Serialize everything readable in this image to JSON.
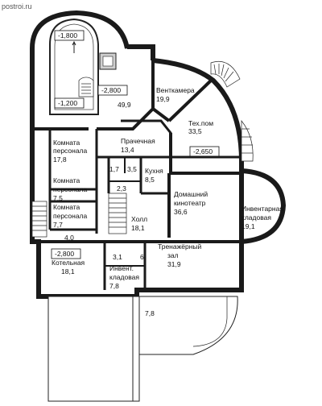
{
  "watermark": "postroi.ru",
  "level_marks": {
    "pool_top": "-1,800",
    "pool_bottom": "-1,200",
    "main": "-2,800",
    "tech": "-2,650",
    "lower": "-2,800"
  },
  "rooms": {
    "pool_hall_area": "49,9",
    "vent": {
      "name": "Венткамера",
      "area": "19,9"
    },
    "tech": {
      "name": "Тех.пом",
      "area": "33,5"
    },
    "staff1": {
      "line1": "Комната",
      "line2": "персонала",
      "area": "17,8"
    },
    "laundry": {
      "name": "Прачечная",
      "area": "13,4"
    },
    "small_a": "1,7",
    "small_b": "3,5",
    "kitchen": {
      "name": "Кухня",
      "area": "8,5"
    },
    "small_c": "2,3",
    "staff2": {
      "line1": "Комната",
      "line2": "персонала",
      "area": "7,5"
    },
    "staff3": {
      "line1": "Комната",
      "line2": "персонала",
      "area": "7,7"
    },
    "corridor": "4,0",
    "hall": {
      "name": "Холл",
      "area": "18,1"
    },
    "cinema": {
      "line1": "Домашний",
      "line2": "кинотеатр",
      "area": "36,6"
    },
    "storage_round": {
      "line1": "Инвентарная",
      "line2": "кладовая",
      "area": "19,1"
    },
    "boiler": {
      "name": "Котельная",
      "area": "18,1"
    },
    "small_d": "3,1",
    "small_e": "6",
    "storage_small": {
      "line1": "Инвент.",
      "line2": "кладовая",
      "area": "7,8"
    },
    "gym": {
      "line1": "Тренажёрный",
      "line2": "зал",
      "area": "31,9"
    },
    "terrace_area": "7,8"
  }
}
